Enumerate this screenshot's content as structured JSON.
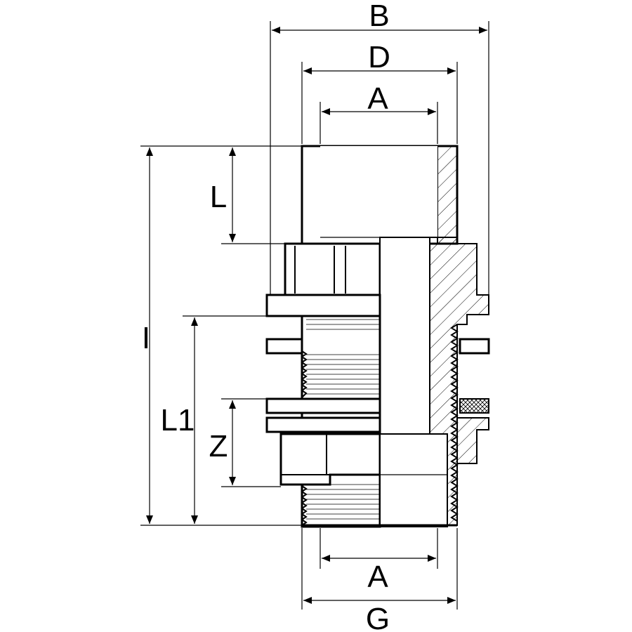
{
  "labels": {
    "b": "B",
    "d": "D",
    "a_top": "A",
    "l": "L",
    "i": "I",
    "l1": "L1",
    "z": "Z",
    "a_bottom": "A",
    "g": "G"
  },
  "colors": {
    "line": "#000000",
    "background": "#ffffff"
  }
}
